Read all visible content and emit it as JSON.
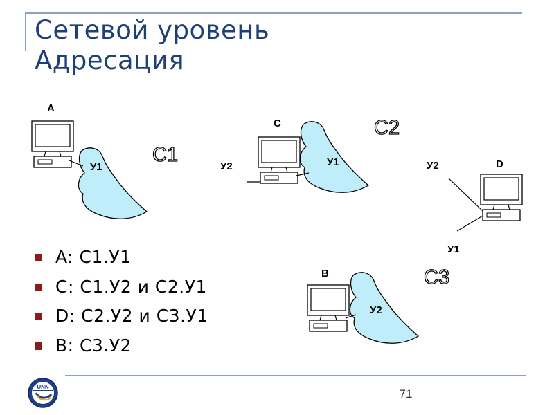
{
  "title": {
    "line1": "Сетевой уровень",
    "line2": "Адресация"
  },
  "bullets": [
    "A: С1.У1",
    "C: С1.У2 и С2.У1",
    "D: С2.У2 и С3.У1",
    "B: С3.У2"
  ],
  "diagram": {
    "hosts": {
      "a": "A",
      "c": "C",
      "d": "D",
      "b": "B"
    },
    "ports": {
      "a_u1": "У1",
      "c_u2": "У2",
      "c_u1": "У1",
      "d_u2": "У2",
      "d_u1": "У1",
      "b_u2": "У2"
    },
    "networks": {
      "c1": "С1",
      "c2": "С2",
      "c3": "С3"
    }
  },
  "footer": {
    "page_number": "71",
    "logo_text": "UNN"
  },
  "colors": {
    "title": "#1f3f77",
    "bullet": "#8b1c1c",
    "cloud": "#bfeefa",
    "rule": "#8aa0c8"
  }
}
